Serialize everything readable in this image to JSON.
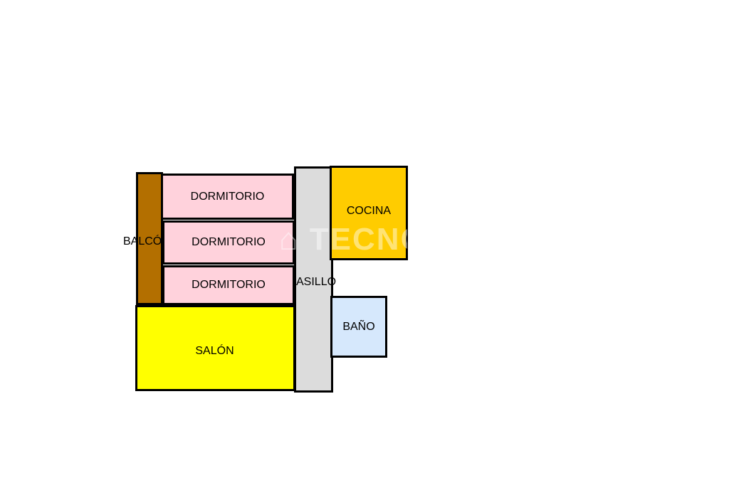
{
  "plan": {
    "rooms": [
      {
        "id": "balcon",
        "label": "BALCÓ",
        "color": "#b36f00"
      },
      {
        "id": "dormitorio1",
        "label": "DORMITORIO",
        "color": "#ffd2dc"
      },
      {
        "id": "dormitorio2",
        "label": "DORMITORIO",
        "color": "#ffd2dc"
      },
      {
        "id": "dormitorio3",
        "label": "DORMITORIO",
        "color": "#ffd2dc"
      },
      {
        "id": "salon",
        "label": "SALÓN",
        "color": "#ffff00"
      },
      {
        "id": "pasillo",
        "label": "ASILLO",
        "color": "#dcdcdc"
      },
      {
        "id": "cocina",
        "label": "COCINA",
        "color": "#ffcc00"
      },
      {
        "id": "bano",
        "label": "BAÑO",
        "color": "#d6e8fc"
      }
    ],
    "watermark": "TECNOC"
  }
}
